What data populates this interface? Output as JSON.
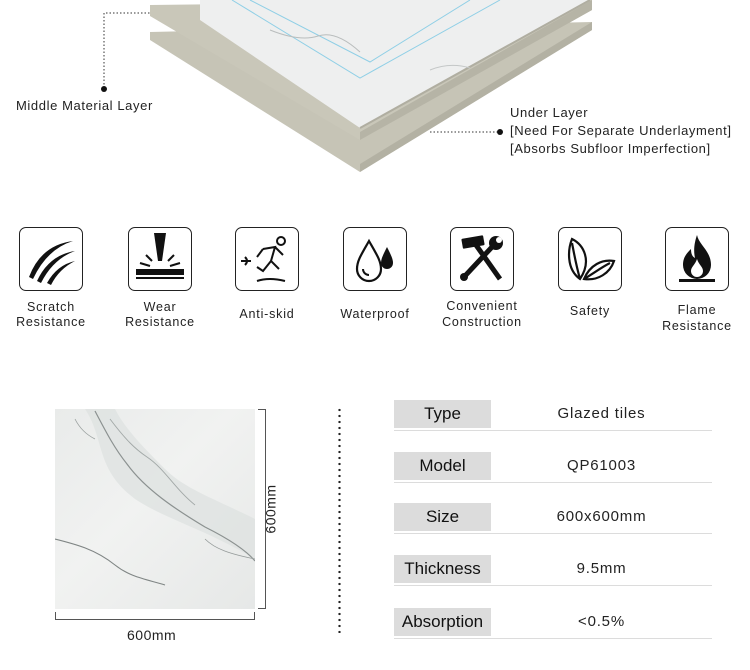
{
  "layers": {
    "middle_label": "Middle Material Layer",
    "under_label": "Under Layer",
    "under_note_1": "[Need For Separate Underlayment]",
    "under_note_2": "[Absorbs Subfloor Imperfection]"
  },
  "features": [
    {
      "icon": "scratch-resistance-icon",
      "line1": "Scratch",
      "line2": "Resistance"
    },
    {
      "icon": "wear-resistance-icon",
      "line1": "Wear",
      "line2": "Resistance"
    },
    {
      "icon": "anti-skid-icon",
      "line1": "Anti-skid",
      "line2": ""
    },
    {
      "icon": "waterproof-icon",
      "line1": "Waterproof",
      "line2": ""
    },
    {
      "icon": "construction-tools-icon",
      "line1": "Convenient",
      "line2": "Construction"
    },
    {
      "icon": "safety-leaf-icon",
      "line1": "Safety",
      "line2": ""
    },
    {
      "icon": "flame-icon",
      "line1": "Flame",
      "line2": "Resistance"
    }
  ],
  "tile": {
    "width_label": "600mm",
    "height_label": "600mm"
  },
  "specs": [
    {
      "key": "Type",
      "value": "Glazed tiles"
    },
    {
      "key": "Model",
      "value": "QP61003"
    },
    {
      "key": "Size",
      "value": "600x600mm"
    },
    {
      "key": "Thickness",
      "value": "9.5mm"
    },
    {
      "key": "Absorption",
      "value": "<0.5%"
    }
  ],
  "colors": {
    "layer_fill": "#c6c4b6",
    "layer_edge": "#a9a798",
    "top_surface": "#edeeee",
    "cyan_line": "#8fcfe6",
    "spec_key_bg": "#dcdcdc"
  }
}
